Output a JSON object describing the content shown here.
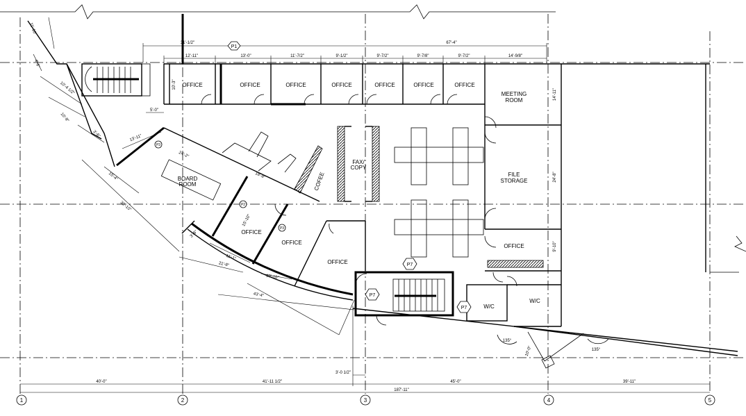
{
  "rooms": {
    "office_1": "OFFICE",
    "office_2": "OFFICE",
    "office_3": "OFFICE",
    "office_4": "OFFICE",
    "office_5": "OFFICE",
    "office_6": "OFFICE",
    "office_7": "OFFICE",
    "office_8": "OFFICE",
    "office_9": "OFFICE",
    "office_10": "OFFICE",
    "office_11": "OFFICE",
    "meeting_1": "MEETING",
    "meeting_2": "ROOM",
    "file_1": "FILE",
    "file_2": "STORAGE",
    "board_1": "BOARD",
    "board_2": "ROOM",
    "fax_1": "FAX/",
    "fax_2": "COPY",
    "coffee": "COFEE",
    "wc_1": "W/C",
    "wc_2": "W/C"
  },
  "tags": {
    "p1": "P1",
    "p7a": "P7",
    "p7b": "P7",
    "p7c": "P7",
    "p3a": "P3",
    "p3b": "P3",
    "p2": "P2"
  },
  "grid_labels": [
    "1",
    "2",
    "3",
    "4",
    "5"
  ],
  "dimensions": {
    "top_31": "31'-1/2\"",
    "top_67": "67'-4\"",
    "top_12_11": "12'-11\"",
    "top_13_0": "13'-0\"",
    "top_11_7": "11'-7/2\"",
    "top_9_1": "9'-1/2\"",
    "top_9_7": "9'-7/2\"",
    "top_9_10": "9'-7/8\"",
    "top_9_8": "9'-7/2\"",
    "top_14_8": "14'-9/8\"",
    "left_11_10": "11'-10\"",
    "left_4_6": "4'-6\"",
    "left_10_4": "10'-4 1/2\"",
    "left_10_9": "10'-9\"",
    "left_3_6": "3'-6\"",
    "left_15_4": "15'-4\"",
    "left_30_10": "30'-10\"",
    "v_10_3": "10'-3\"",
    "dim_5_0": "5'-0\"",
    "dim_13_11": "13'-11\"",
    "dim_24_2": "24'-2\"",
    "dim_18_8": "18'-8\"",
    "dim_15_10": "15'-10\"",
    "dim_11_1": "11'-1\"",
    "dim_21_8": "21'-8\"",
    "dim_10_10": "10'-10\"",
    "dim_43_4": "43'-4\"",
    "dim_3_6b": "3'-6\"",
    "right_14_11": "14'-11\"",
    "right_24_8": "24'-8\"",
    "right_9_10": "9'-10\"",
    "ang_135a": "135°",
    "ang_135b": "135°",
    "dim_10_0": "10'-0\"",
    "bot_40": "40'-0\"",
    "bot_41": "41'-11 1/2\"",
    "bot_3": "3'-0 1/2\"",
    "bot_187": "187'-11\"",
    "bot_45": "45'-0\"",
    "bot_39": "39'-11\""
  }
}
